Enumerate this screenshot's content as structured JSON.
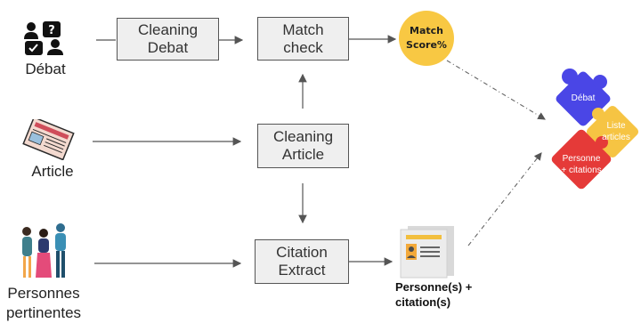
{
  "inputs": {
    "debat": "Débat",
    "article": "Article",
    "personnes": "Personnes\npertinentes"
  },
  "boxes": {
    "cleaning_debat": "Cleaning\nDebat",
    "match_check": "Match\ncheck",
    "cleaning_article": "Cleaning\nArticle",
    "citation_extract": "Citation\nExtract"
  },
  "outputs": {
    "match_score": "Match\nScore%",
    "personnes_citations": "Personne(s) +\ncitation(s)"
  },
  "puzzle": {
    "debat": "Débat",
    "liste_articles": "Liste\narticles",
    "personne_citations": "Personne\n+ citations"
  },
  "colors": {
    "box_fill": "#efefef",
    "score_yellow": "#f8c843",
    "puzzle_blue": "#4a46e6",
    "puzzle_yellow": "#f6c443",
    "puzzle_red": "#e53a38"
  }
}
